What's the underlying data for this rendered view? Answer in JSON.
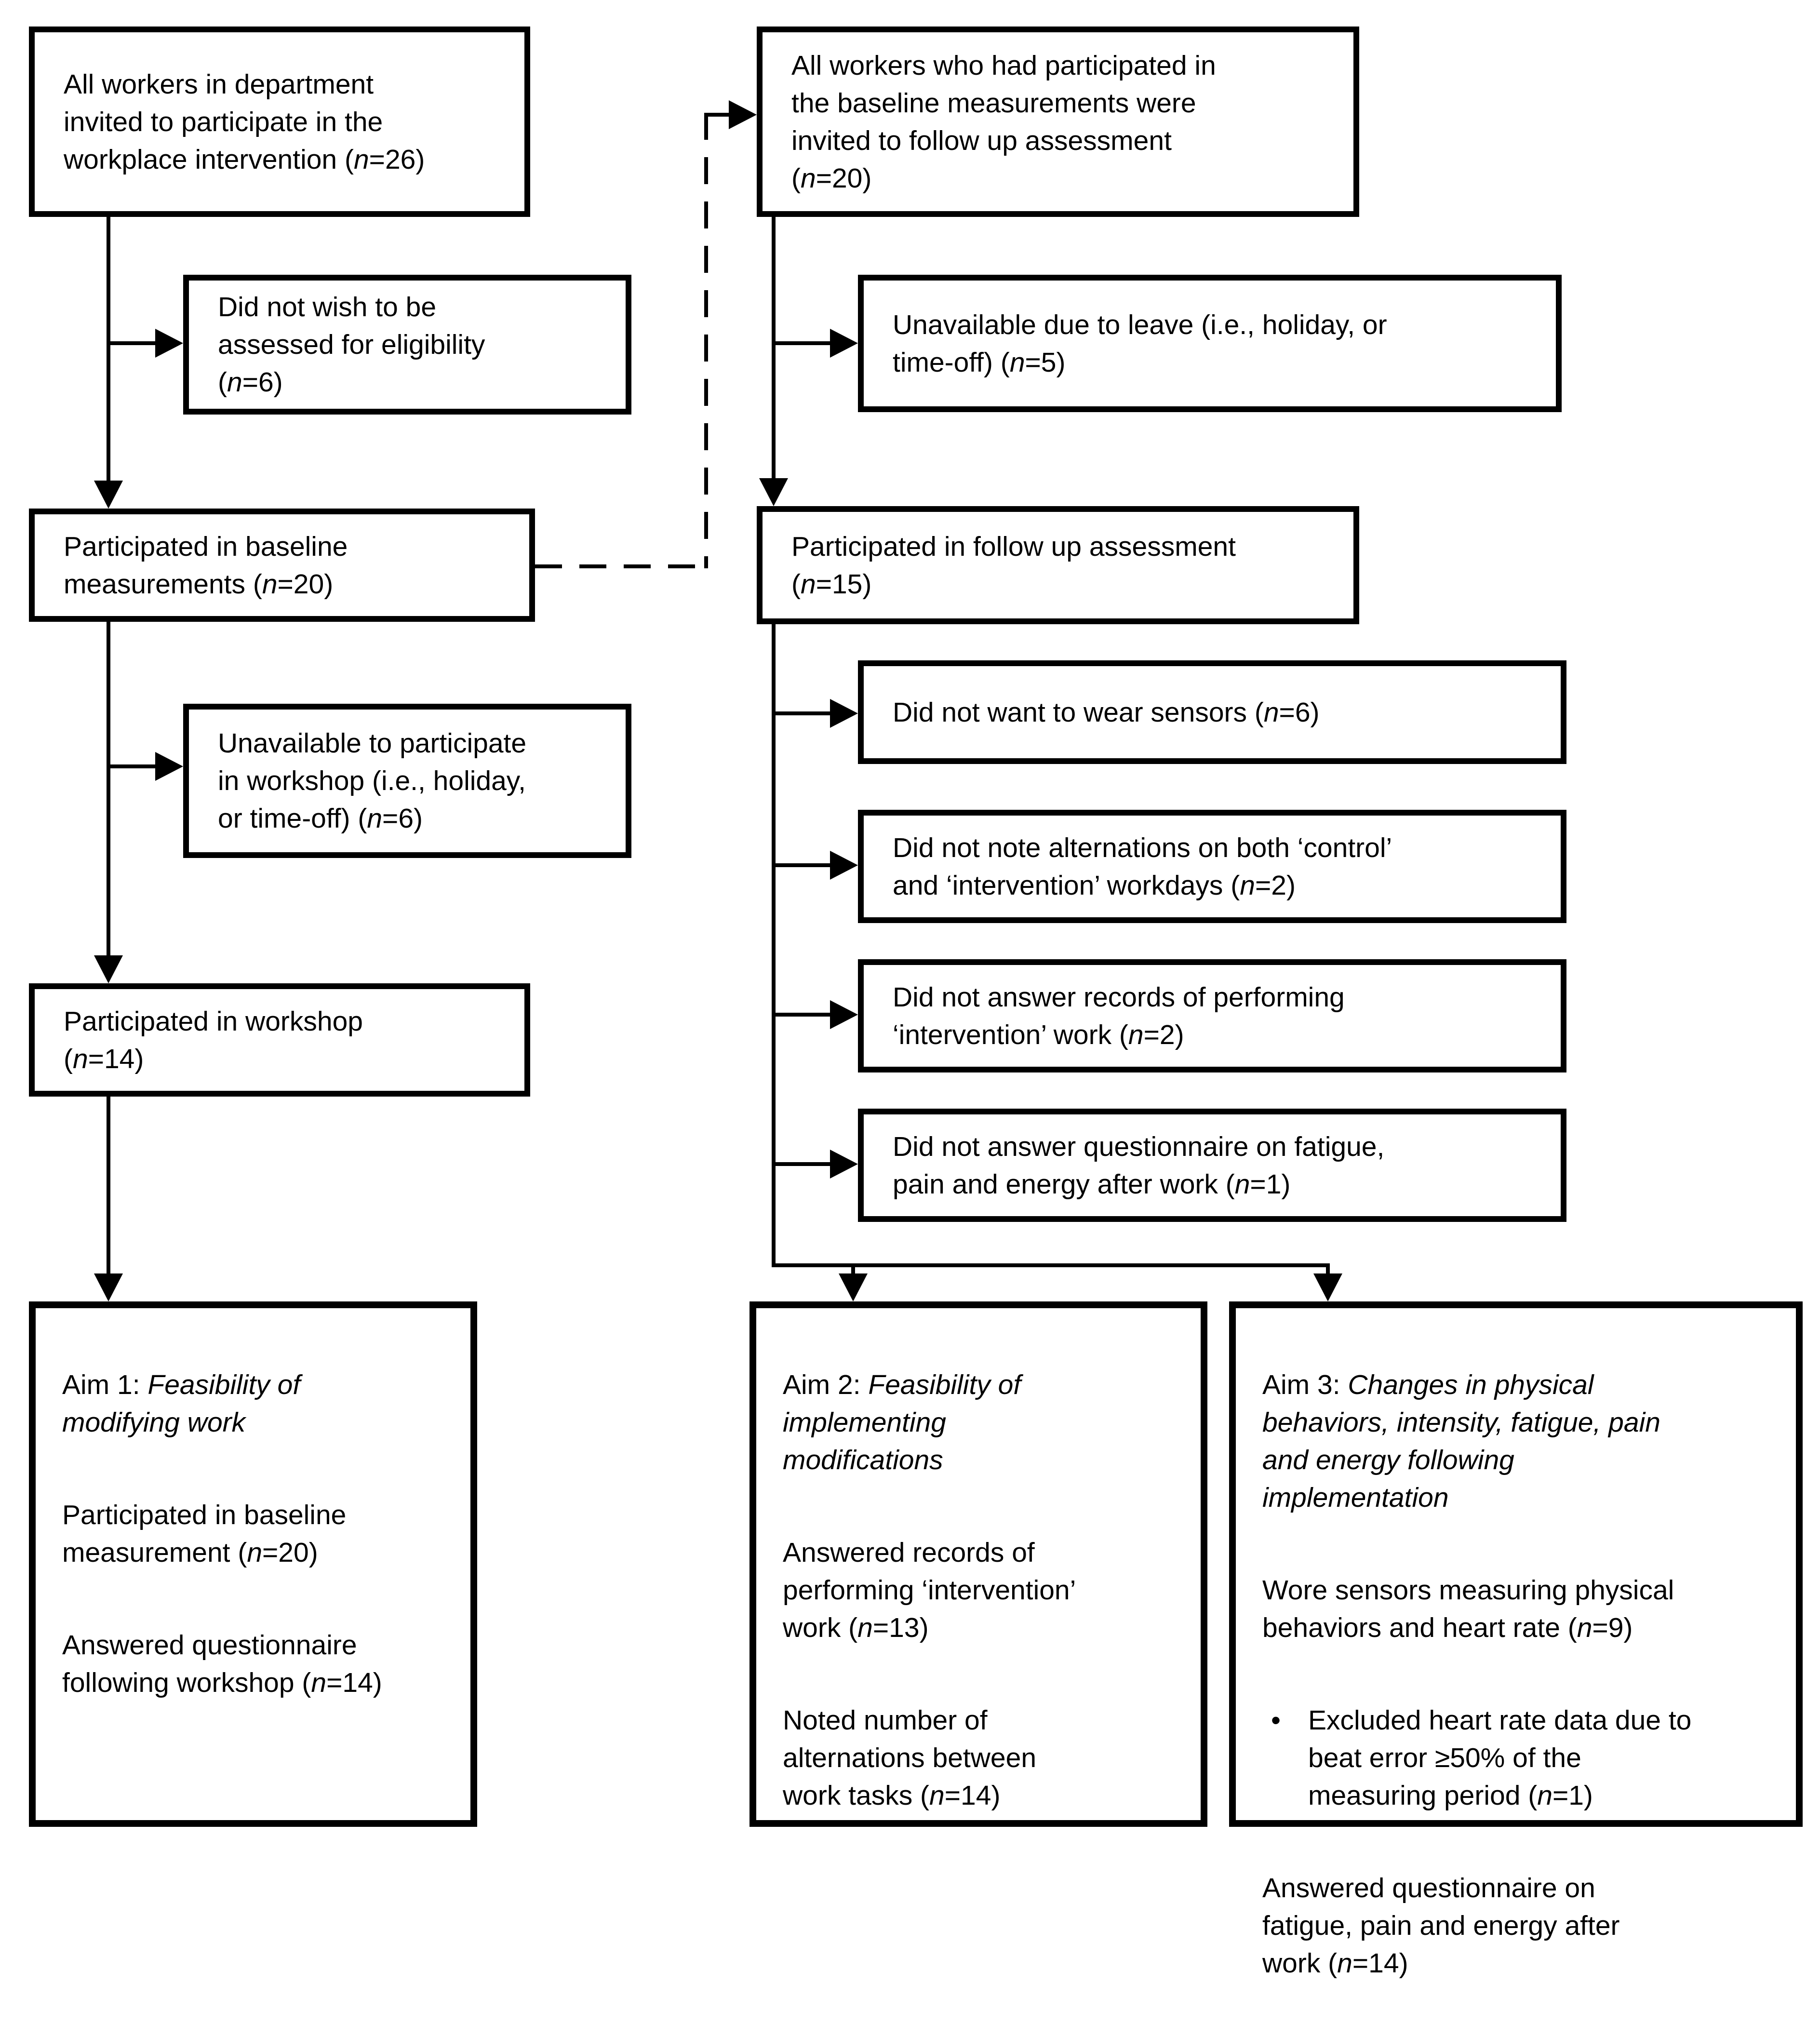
{
  "figure": {
    "type": "participant-flow-diagram",
    "colors": {
      "line": "#000000",
      "background": "#ffffff",
      "text": "#000000"
    }
  },
  "glyphs": {
    "bullet": "•"
  },
  "boxes": {
    "invited": "All workers in department\ninvited to participate in the\nworkplace intervention (*n*=26)",
    "not_wish": "Did not wish to be\nassessed for eligibility\n(*n*=6)",
    "baseline": "Participated in baseline\nmeasurements (*n*=20)",
    "unavailable_workshop": "Unavailable to participate\nin workshop (i.e., holiday,\nor time-off) (*n*=6)",
    "workshop": "Participated in workshop\n(*n*=14)",
    "invited_followup": "All workers who had participated in\nthe baseline measurements were\ninvited to follow up assessment\n(*n*=20)",
    "unavailable_leave": "Unavailable due to leave (i.e., holiday, or\ntime-off) (*n*=5)",
    "followup": "Participated in follow up assessment\n(*n*=15)",
    "no_sensors": "Did not want to wear sensors (*n*=6)",
    "no_alternations": "Did not note alternations on both ‘control’\nand ‘intervention’ workdays (*n*=2)",
    "no_records": "Did not answer records of performing\n‘intervention’ work (*n*=2)",
    "no_questionnaire": "Did not answer questionnaire on fatigue,\npain and energy after work (*n*=1)"
  },
  "aims": {
    "aim1": {
      "heading": "Aim 1: *Feasibility of\nmodifying work*",
      "p1": "Participated in baseline\nmeasurement (*n*=20)",
      "p2": "Answered questionnaire\nfollowing workshop (*n*=14)"
    },
    "aim2": {
      "heading": "Aim 2: *Feasibility of\nimplementing\nmodifications*",
      "p1": "Answered records of\nperforming ‘intervention’\nwork (*n*=13)",
      "p2": "Noted number of\nalternations between\nwork tasks (*n*=14)"
    },
    "aim3": {
      "heading": "Aim 3: *Changes in physical\nbehaviors, intensity, fatigue, pain\nand energy following\nimplementation*",
      "p1": "Wore sensors measuring physical\nbehaviors and heart rate (*n*=9)",
      "bullet": "Excluded heart rate data due to\nbeat error ≥50% of the\nmeasuring period (*n*=1)",
      "p2": "Answered questionnaire on\nfatigue, pain and energy after\nwork (*n*=14)"
    }
  }
}
